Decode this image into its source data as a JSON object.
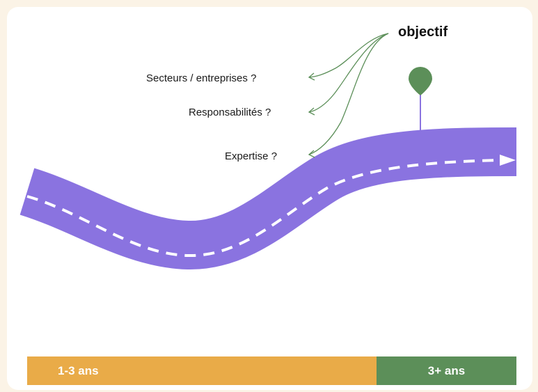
{
  "goal": {
    "label": "objectif"
  },
  "questions": [
    {
      "text": "Secteurs / entreprises ?"
    },
    {
      "text": "Responsabilités ?"
    },
    {
      "text": "Expertise ?"
    }
  ],
  "timeline": [
    {
      "label": "1-3 ans",
      "color": "#e9ab48"
    },
    {
      "label": "3+ ans",
      "color": "#5c8f59"
    }
  ],
  "colors": {
    "road": "#8a73e0",
    "road_dash": "#ffffff",
    "pin": "#5c8f59",
    "arrows": "#5c8f59",
    "background": "#fbf3e6"
  },
  "icons": [
    "location-pin-icon",
    "arrow-right-icon"
  ]
}
